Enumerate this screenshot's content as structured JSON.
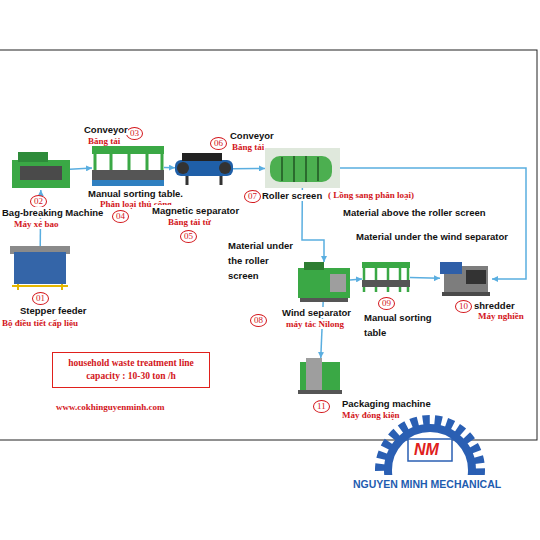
{
  "diagram": {
    "nodes": [
      {
        "text": [
          "02",
          "Bag-breaking Machine",
          "Máy xé bao"
        ]
      },
      {
        "text": [
          "03",
          "Conveyor",
          "Băng tải",
          "Manual sorting table.",
          "Phân loại thủ công",
          "04"
        ]
      },
      {
        "text": [
          "Magnetic separator",
          "Băng tải từ",
          "05"
        ]
      },
      {
        "text": [
          "07",
          "Roller screen",
          "( Lồng sang phân loại)"
        ]
      },
      {
        "text": [
          "01",
          "Stepper feeder",
          "Bộ điều tiết cấp liệu"
        ]
      },
      {
        "text": [
          "Wind separator",
          "máy tác Nilong",
          "08"
        ]
      },
      {
        "text": [
          "09",
          "Manual sorting table"
        ]
      },
      {
        "text": [
          "10",
          "shredder",
          "Máy nghiền"
        ]
      },
      {
        "text": [
          "household waste treatment line capacity : 10-30 ton /h"
        ]
      },
      {
        "text": [
          "11",
          "Packaging machine",
          "Máy đóng kiện"
        ]
      }
    ],
    "edges": [
      {
        "from": 4,
        "to": 0,
        "arrow": "to"
      },
      {
        "from": 0,
        "to": 1,
        "arrow": "to"
      },
      {
        "from": 1,
        "to": 2,
        "arrow": "to"
      },
      {
        "from": 2,
        "to": 3,
        "arrow": "to"
      },
      {
        "from": 3,
        "to": 5,
        "arrow": "to"
      },
      {
        "from": 3,
        "to": 7,
        "arrow": "to"
      },
      {
        "from": 5,
        "to": 6,
        "arrow": "to"
      },
      {
        "from": 6,
        "to": 7,
        "arrow": "to"
      },
      {
        "from": 5,
        "to": 9,
        "arrow": "to"
      }
    ],
    "labels": [
      "06",
      "Conveyor",
      "Băng tải",
      "Material above the roller screen",
      "Material under the roller screen",
      "Material under the wind separator",
      "www.cokhinguyenminh.com",
      "NM",
      "NGUYEN MINH MECHANICAL"
    ]
  }
}
